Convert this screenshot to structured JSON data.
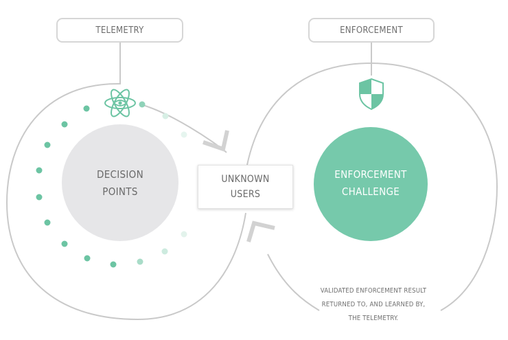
{
  "diagram": {
    "telemetry_label": "TELEMETRY",
    "enforcement_label": "ENFORCEMENT",
    "decision_points_label": "DECISION\nPOINTS",
    "unknown_users_label": "UNKNOWN\nUSERS",
    "enforcement_challenge_label": "ENFORCEMENT\nCHALLENGE",
    "caption": "VALIDATED ENFORCEMENT RESULT\nRETURNED TO, AND LEARNED BY,\nTHE TELEMETRY."
  },
  "icons": {
    "telemetry": "atom-eye-icon",
    "enforcement": "shield-icon"
  },
  "colors": {
    "accent": "#76c9ab",
    "line": "#c9c9c9",
    "decision_fill": "#e6e6e8",
    "text": "#6e6e6e"
  }
}
